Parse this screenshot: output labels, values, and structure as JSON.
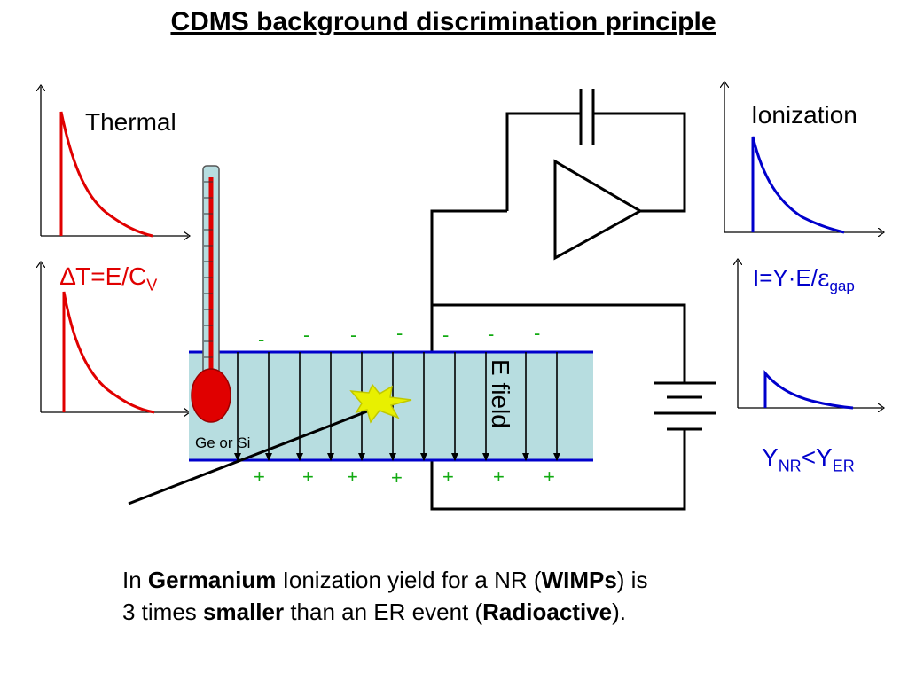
{
  "title": "CDMS background discrimination principle",
  "labels": {
    "thermal": "Thermal",
    "ionization": "Ionization",
    "delta_t": "∆T=E/C",
    "delta_t_sub": "V",
    "ion_formula": "I=Y·E/",
    "ion_eps": "ε",
    "ion_sub": "gap",
    "efield": "E field",
    "material": "Ge or Si",
    "yield_y1": "Y",
    "yield_sub1": "NR",
    "yield_lt": "<Y",
    "yield_sub2": "ER"
  },
  "charges": {
    "minus": "-",
    "plus": "+"
  },
  "caption": {
    "line1_a": "In ",
    "line1_b": "Germanium",
    "line1_c": " Ionization yield for a NR (",
    "line1_d": "WIMPs",
    "line1_e": ") is",
    "line2_a": "3 times ",
    "line2_b": "smaller",
    "line2_c": " than an ER event (",
    "line2_d": "Radioactive",
    "line2_e": ")."
  },
  "colors": {
    "thermal": "#e00000",
    "ionization": "#0000cc",
    "crystal_fill": "#b7dde0",
    "crystal_edge": "#0000cc",
    "charge": "#11aa11",
    "flash": "#e8f000",
    "bulb": "#e00000"
  }
}
